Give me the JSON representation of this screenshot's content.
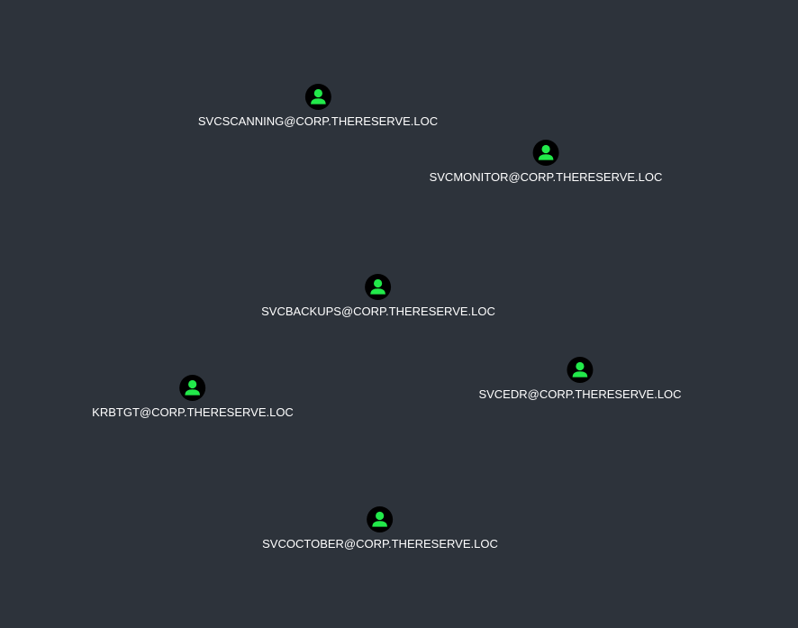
{
  "graph": {
    "background_color": "#2d333b",
    "node_icon": "user-icon",
    "node_icon_color": "#22e84a",
    "node_icon_bg_color": "#000000",
    "label_color": "#ffffff",
    "nodes": [
      {
        "label": "SVCSCANNING@CORP.THERESERVE.LOC"
      },
      {
        "label": "SVCMONITOR@CORP.THERESERVE.LOC"
      },
      {
        "label": "SVCBACKUPS@CORP.THERESERVE.LOC"
      },
      {
        "label": "SVCEDR@CORP.THERESERVE.LOC"
      },
      {
        "label": "KRBTGT@CORP.THERESERVE.LOC"
      },
      {
        "label": "SVCOCTOBER@CORP.THERESERVE.LOC"
      }
    ]
  }
}
